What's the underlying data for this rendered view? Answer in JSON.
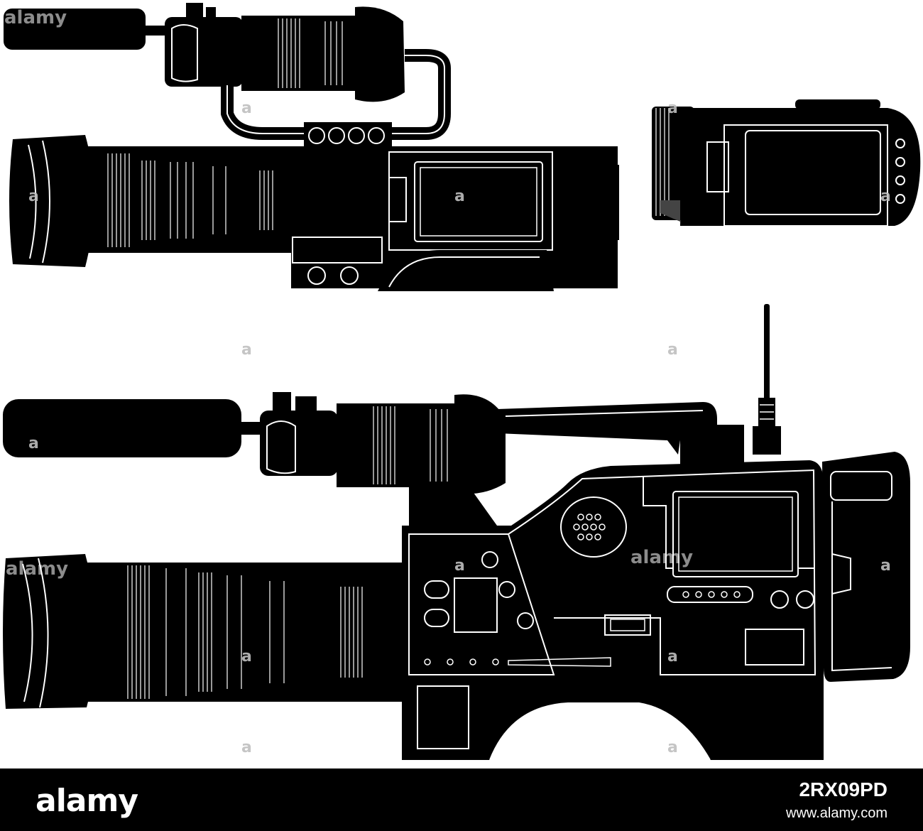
{
  "footer": {
    "logo": "alamy",
    "image_id": "2RX09PD",
    "url": "www.alamy.com"
  },
  "watermark": {
    "logo": "alamy",
    "glyph": "a"
  },
  "colors": {
    "ink": "#000000",
    "paper": "#ffffff",
    "footer_bg": "#000000"
  },
  "illustration": {
    "subjects": [
      "shoulder-camera-with-handle",
      "compact-camcorder",
      "broadcast-camcorder-with-antenna"
    ]
  }
}
